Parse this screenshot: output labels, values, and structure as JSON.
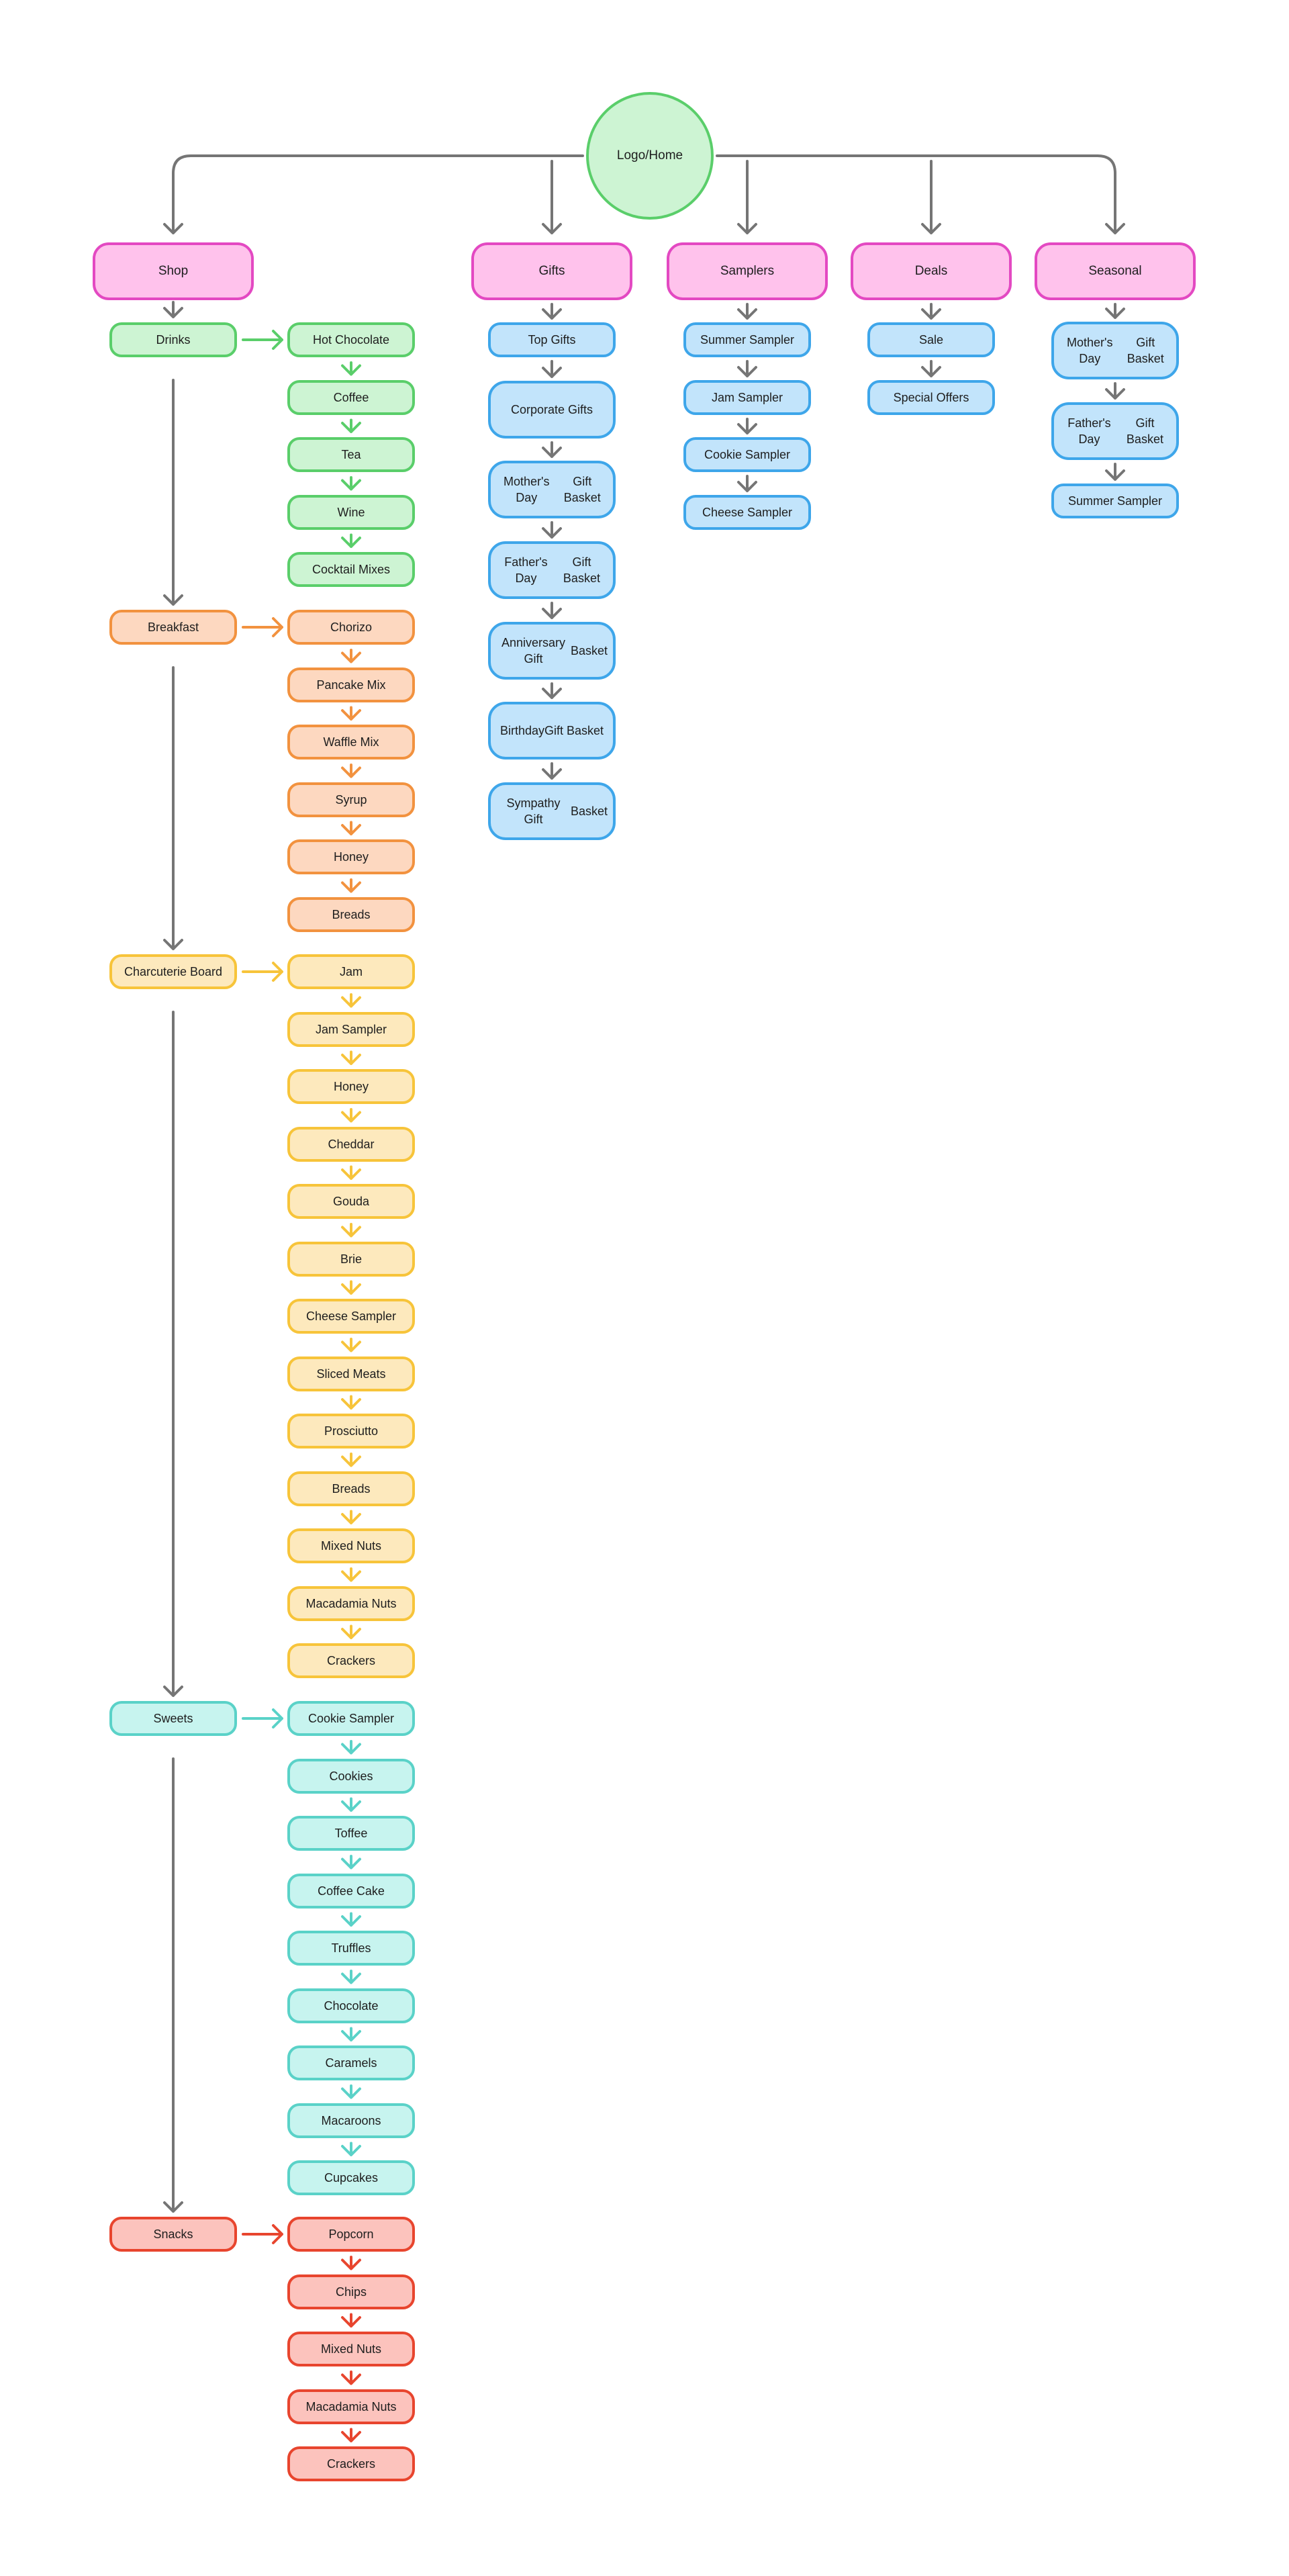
{
  "root": {
    "label": "Logo/Home"
  },
  "top_nav": [
    {
      "id": "shop",
      "label": "Shop"
    },
    {
      "id": "gifts",
      "label": "Gifts"
    },
    {
      "id": "samplers",
      "label": "Samplers"
    },
    {
      "id": "deals",
      "label": "Deals"
    },
    {
      "id": "seasonal",
      "label": "Seasonal"
    }
  ],
  "shop_categories": [
    {
      "label": "Drinks",
      "items": [
        "Hot Chocolate",
        "Coffee",
        "Tea",
        "Wine",
        "Cocktail Mixes"
      ]
    },
    {
      "label": "Breakfast",
      "items": [
        "Chorizo",
        "Pancake Mix",
        "Waffle Mix",
        "Syrup",
        "Honey",
        "Breads"
      ]
    },
    {
      "label": "Charcuterie Board",
      "items": [
        "Jam",
        "Jam Sampler",
        "Honey",
        "Cheddar",
        "Gouda",
        "Brie",
        "Cheese Sampler",
        "Sliced Meats",
        "Prosciutto",
        "Breads",
        "Mixed Nuts",
        "Macadamia Nuts",
        "Crackers"
      ]
    },
    {
      "label": "Sweets",
      "items": [
        "Cookie Sampler",
        "Cookies",
        "Toffee",
        "Coffee Cake",
        "Truffles",
        "Chocolate",
        "Caramels",
        "Macaroons",
        "Cupcakes"
      ]
    },
    {
      "label": "Snacks",
      "items": [
        "Popcorn",
        "Chips",
        "Mixed Nuts",
        "Macadamia Nuts",
        "Crackers"
      ]
    }
  ],
  "gifts_items": [
    "Top Gifts",
    "Corporate Gifts",
    "Mother's Day\nGift Basket",
    "Father's Day\nGift Basket",
    "Anniversary Gift\nBasket",
    "Birthday\nGift Basket",
    "Sympathy Gift\nBasket"
  ],
  "samplers_items": [
    "Summer Sampler",
    "Jam Sampler",
    "Cookie Sampler",
    "Cheese Sampler"
  ],
  "deals_items": [
    "Sale",
    "Special Offers"
  ],
  "seasonal_items": [
    "Mother's Day\nGift Basket",
    "Father's Day\nGift Basket",
    "Summer Sampler"
  ],
  "colors": {
    "root_fill": "#cdf4d3",
    "root_stroke": "#5ace6a",
    "nav_fill": "#ffc2ec",
    "nav_stroke": "#e349c2",
    "blue_fill": "#c2e4fb",
    "blue_stroke": "#3ea6ea",
    "connector": "#757575",
    "drinks_fill": "#cdf4d3",
    "drinks_stroke": "#5ace6a",
    "breakfast_fill": "#fdd8c0",
    "breakfast_stroke": "#f2923f",
    "charcuterie_fill": "#fde9bd",
    "charcuterie_stroke": "#f7c43a",
    "sweets_fill": "#c7f4ef",
    "sweets_stroke": "#5ad2c8",
    "snacks_fill": "#fcc3bd",
    "snacks_stroke": "#e8452e"
  },
  "category_palette": [
    "drinks",
    "breakfast",
    "charcuterie",
    "sweets",
    "snacks"
  ]
}
